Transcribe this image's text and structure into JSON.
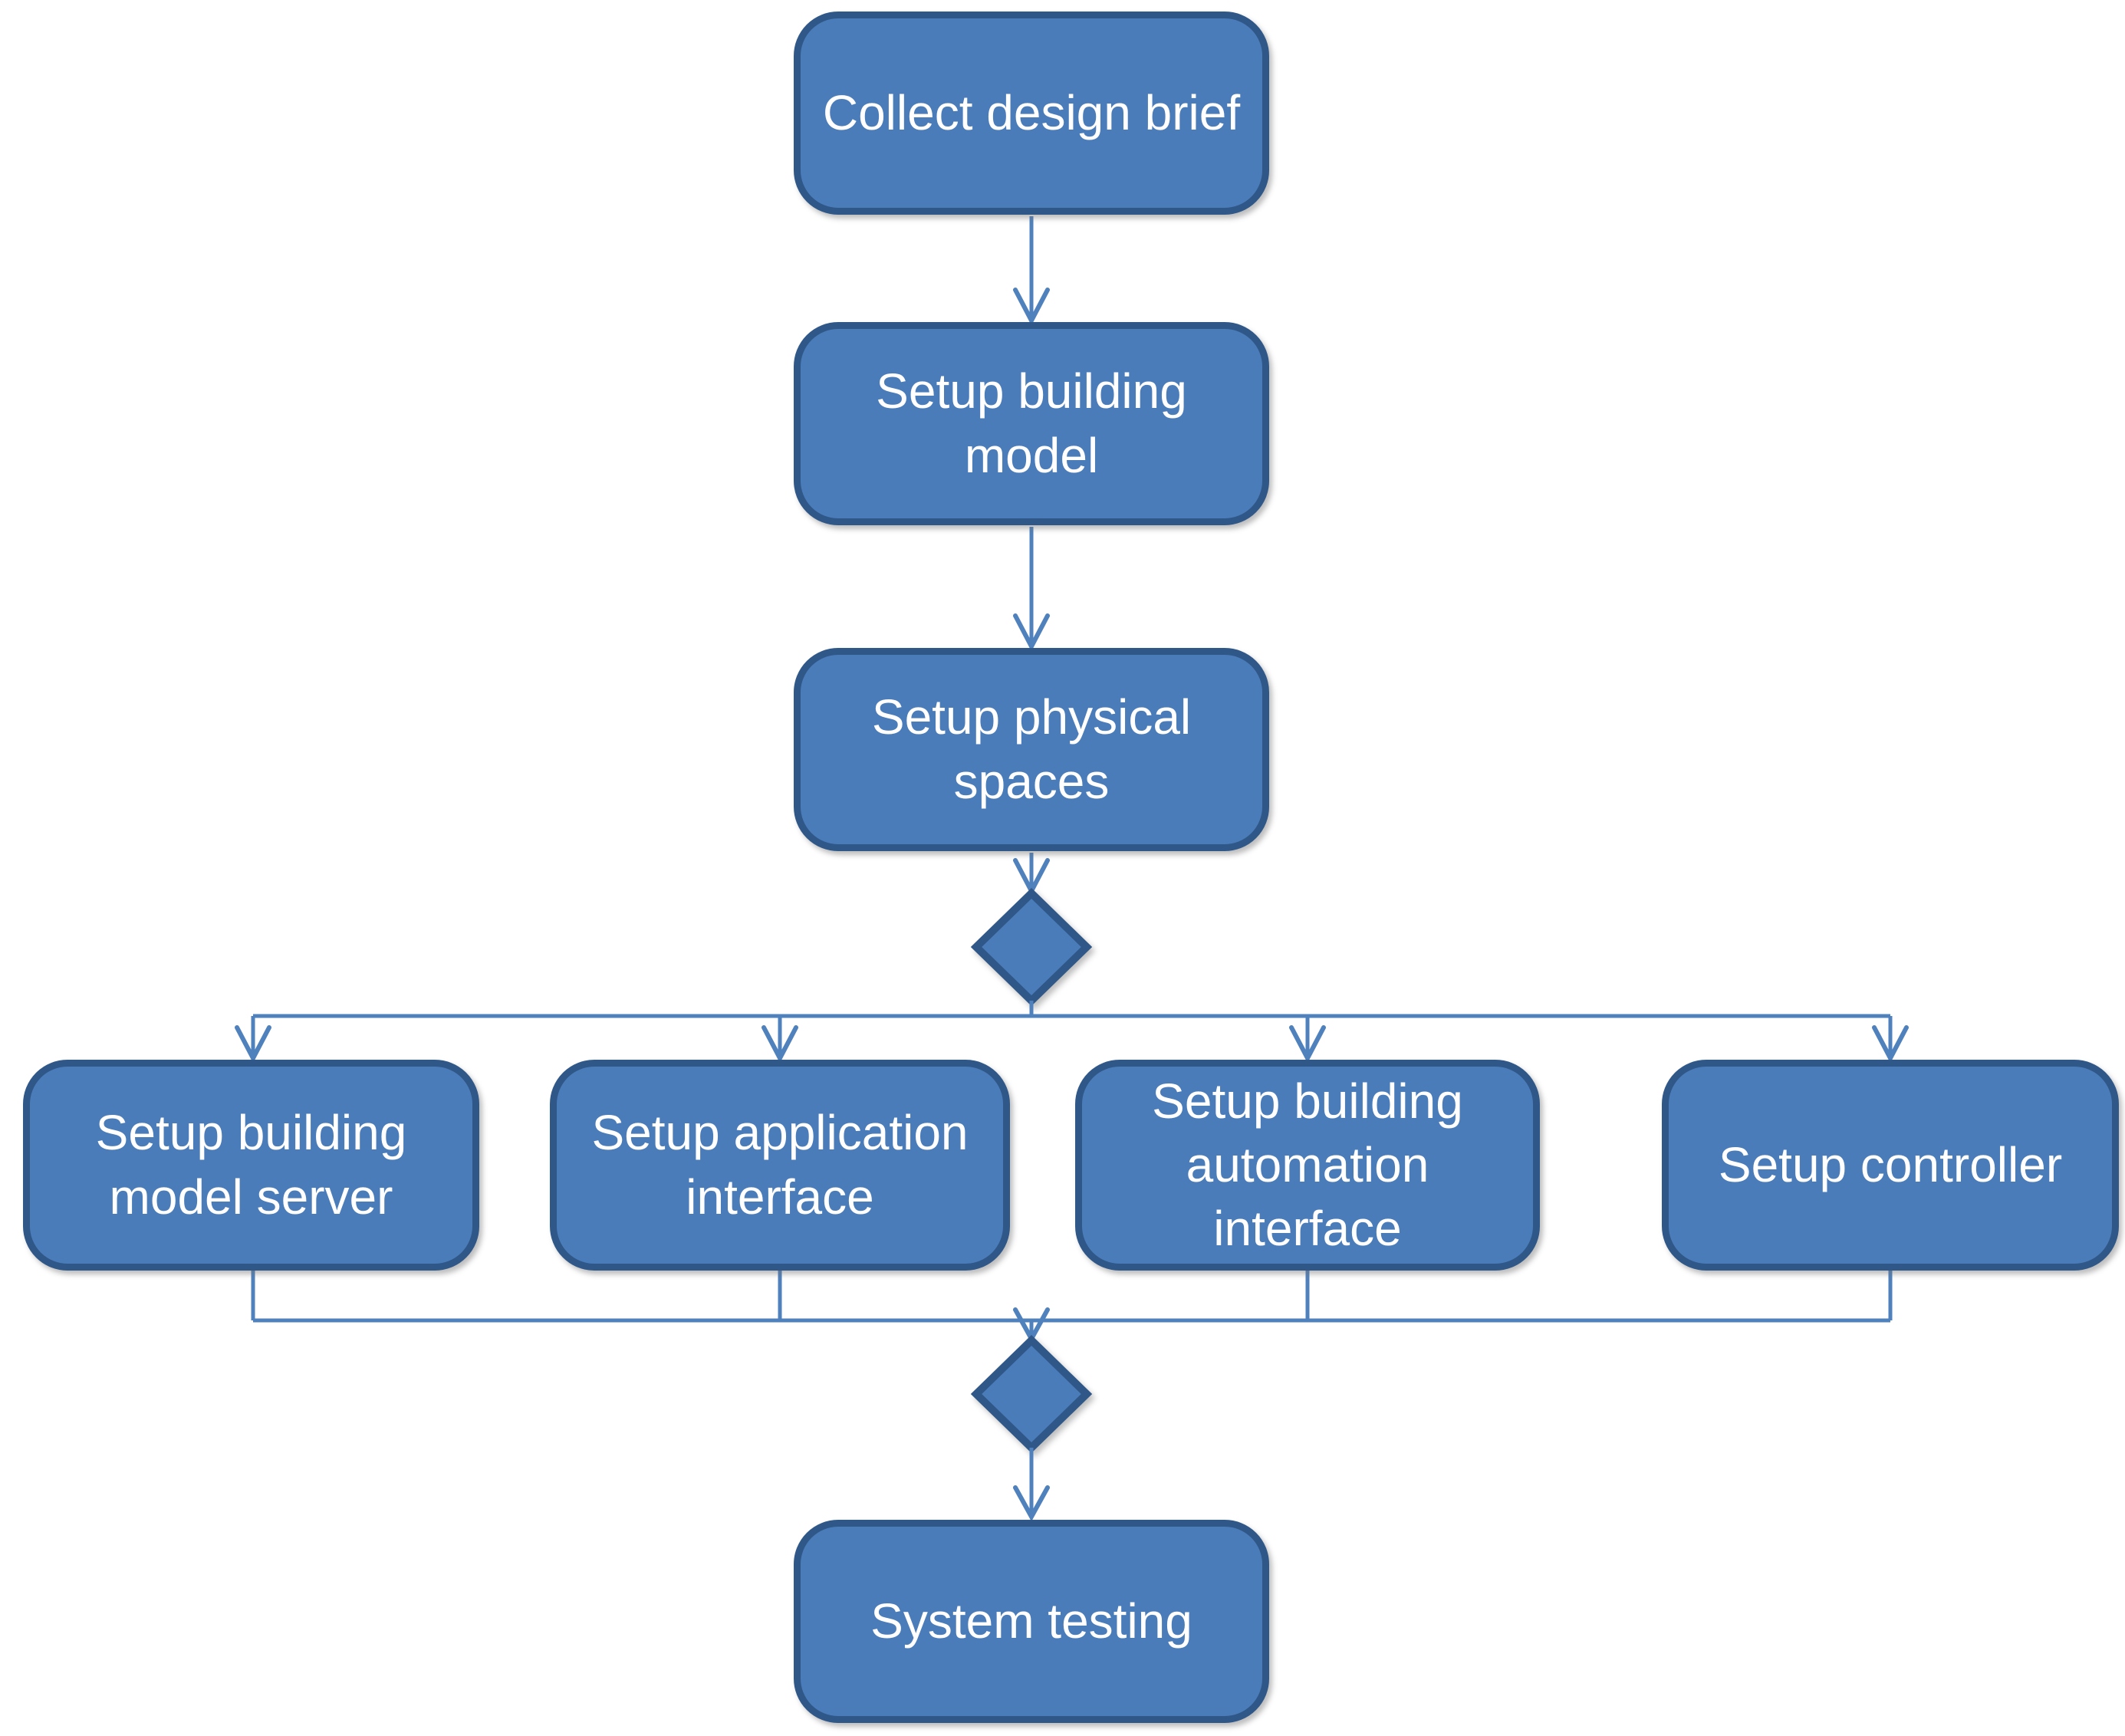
{
  "diagram": {
    "type": "flowchart",
    "background": "#ffffff",
    "colors": {
      "node_fill": "#4b7cba",
      "node_border": "#2f5788",
      "connector": "#4f81bd",
      "text": "#ffffff"
    },
    "nodes": [
      {
        "id": "collect-design-brief",
        "shape": "rounded-rectangle",
        "label": "Collect design brief"
      },
      {
        "id": "setup-building-model",
        "shape": "rounded-rectangle",
        "label": "Setup building model"
      },
      {
        "id": "setup-physical-spaces",
        "shape": "rounded-rectangle",
        "label": "Setup physical spaces"
      },
      {
        "id": "setup-building-model-server",
        "shape": "rounded-rectangle",
        "label": "Setup building model server"
      },
      {
        "id": "setup-application-interface",
        "shape": "rounded-rectangle",
        "label": "Setup application interface"
      },
      {
        "id": "setup-building-automation-interface",
        "shape": "rounded-rectangle",
        "label": "Setup building automation interface"
      },
      {
        "id": "setup-controller",
        "shape": "rounded-rectangle",
        "label": "Setup controller"
      },
      {
        "id": "system-testing",
        "shape": "rounded-rectangle",
        "label": "System testing"
      },
      {
        "id": "split-decision",
        "shape": "diamond",
        "label": ""
      },
      {
        "id": "merge-decision",
        "shape": "diamond",
        "label": ""
      }
    ],
    "edges": [
      {
        "from": "collect-design-brief",
        "to": "setup-building-model",
        "arrow": true
      },
      {
        "from": "setup-building-model",
        "to": "setup-physical-spaces",
        "arrow": true
      },
      {
        "from": "setup-physical-spaces",
        "to": "split-decision",
        "arrow": true
      },
      {
        "from": "split-decision",
        "to": "setup-building-model-server",
        "arrow": true
      },
      {
        "from": "split-decision",
        "to": "setup-application-interface",
        "arrow": true
      },
      {
        "from": "split-decision",
        "to": "setup-building-automation-interface",
        "arrow": true
      },
      {
        "from": "split-decision",
        "to": "setup-controller",
        "arrow": true
      },
      {
        "from": "setup-building-model-server",
        "to": "merge-decision",
        "arrow": false
      },
      {
        "from": "setup-application-interface",
        "to": "merge-decision",
        "arrow": false
      },
      {
        "from": "setup-building-automation-interface",
        "to": "merge-decision",
        "arrow": false
      },
      {
        "from": "setup-controller",
        "to": "merge-decision",
        "arrow": false
      },
      {
        "from": "merge-decision",
        "to": "system-testing",
        "arrow": true
      }
    ]
  }
}
